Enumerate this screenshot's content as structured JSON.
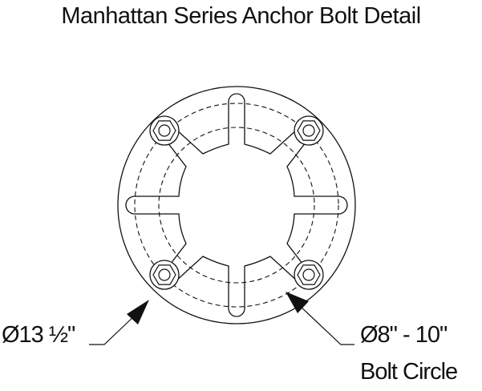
{
  "title": "Manhattan Series Anchor Bolt Detail",
  "labels": {
    "outer_diameter": "Ø13 ½\"",
    "bolt_circle_diameter": "Ø8\" - 10\"",
    "bolt_circle_caption": "Bolt Circle"
  },
  "colors": {
    "line": "#111111",
    "background": "#ffffff"
  }
}
